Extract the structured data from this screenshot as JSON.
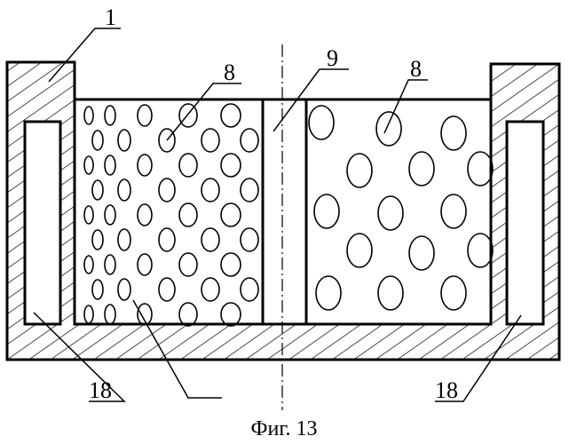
{
  "figure": {
    "caption": "Фиг. 13",
    "labels": {
      "housing": "1",
      "granules_left": "8",
      "granules_right": "8",
      "partition": "9",
      "channel_left": "18",
      "channel_right": "18"
    }
  }
}
